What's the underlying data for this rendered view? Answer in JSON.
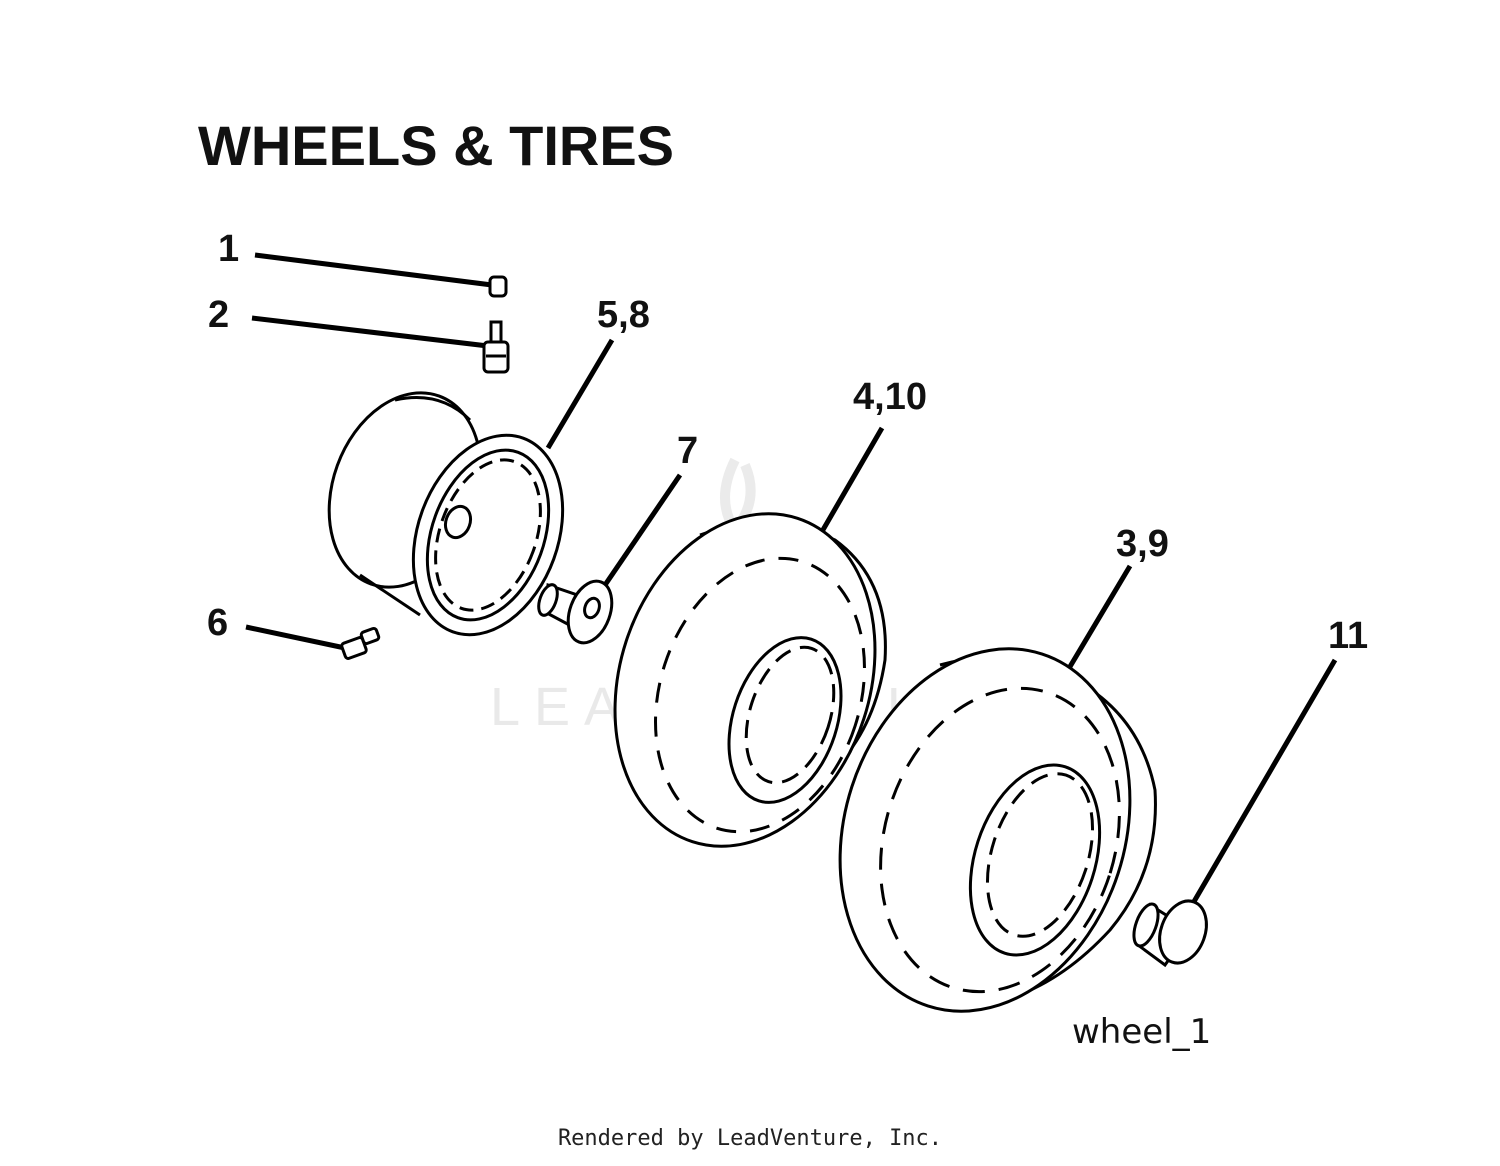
{
  "title": "WHEELS & TIRES",
  "callouts": [
    "1",
    "2",
    "5,8",
    "7",
    "4,10",
    "3,9",
    "11",
    "6"
  ],
  "figure_id": "wheel_1",
  "watermark": "LEADVENTURE",
  "footer": "Rendered by LeadVenture, Inc."
}
